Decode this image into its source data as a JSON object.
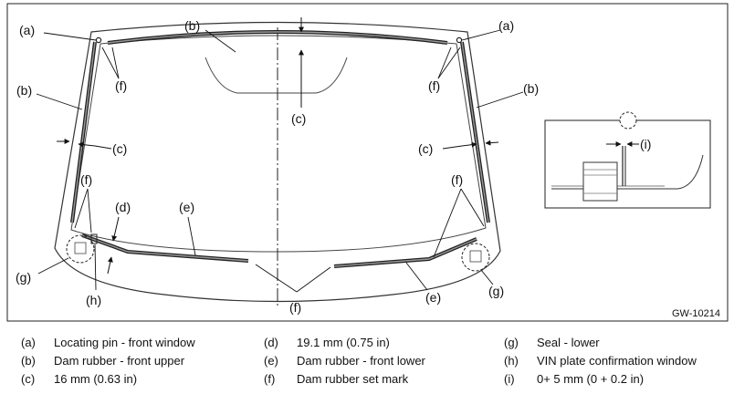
{
  "figure": {
    "code": "GW-10214",
    "callouts": {
      "a": "(a)",
      "b": "(b)",
      "c": "(c)",
      "d": "(d)",
      "e": "(e)",
      "f": "(f)",
      "g": "(g)",
      "h": "(h)",
      "i": "(i)"
    }
  },
  "legend": [
    {
      "key": "(a)",
      "text": "Locating pin - front window"
    },
    {
      "key": "(b)",
      "text": "Dam rubber - front upper"
    },
    {
      "key": "(c)",
      "text": "16 mm (0.63 in)"
    },
    {
      "key": "(d)",
      "text": "19.1 mm (0.75 in)"
    },
    {
      "key": "(e)",
      "text": "Dam rubber - front lower"
    },
    {
      "key": "(f)",
      "text": "Dam rubber set mark"
    },
    {
      "key": "(g)",
      "text": "Seal - lower"
    },
    {
      "key": "(h)",
      "text": "VIN plate confirmation window"
    },
    {
      "key": "(i)",
      "text": "0+ 5 mm (0 + 0.2 in)"
    }
  ]
}
